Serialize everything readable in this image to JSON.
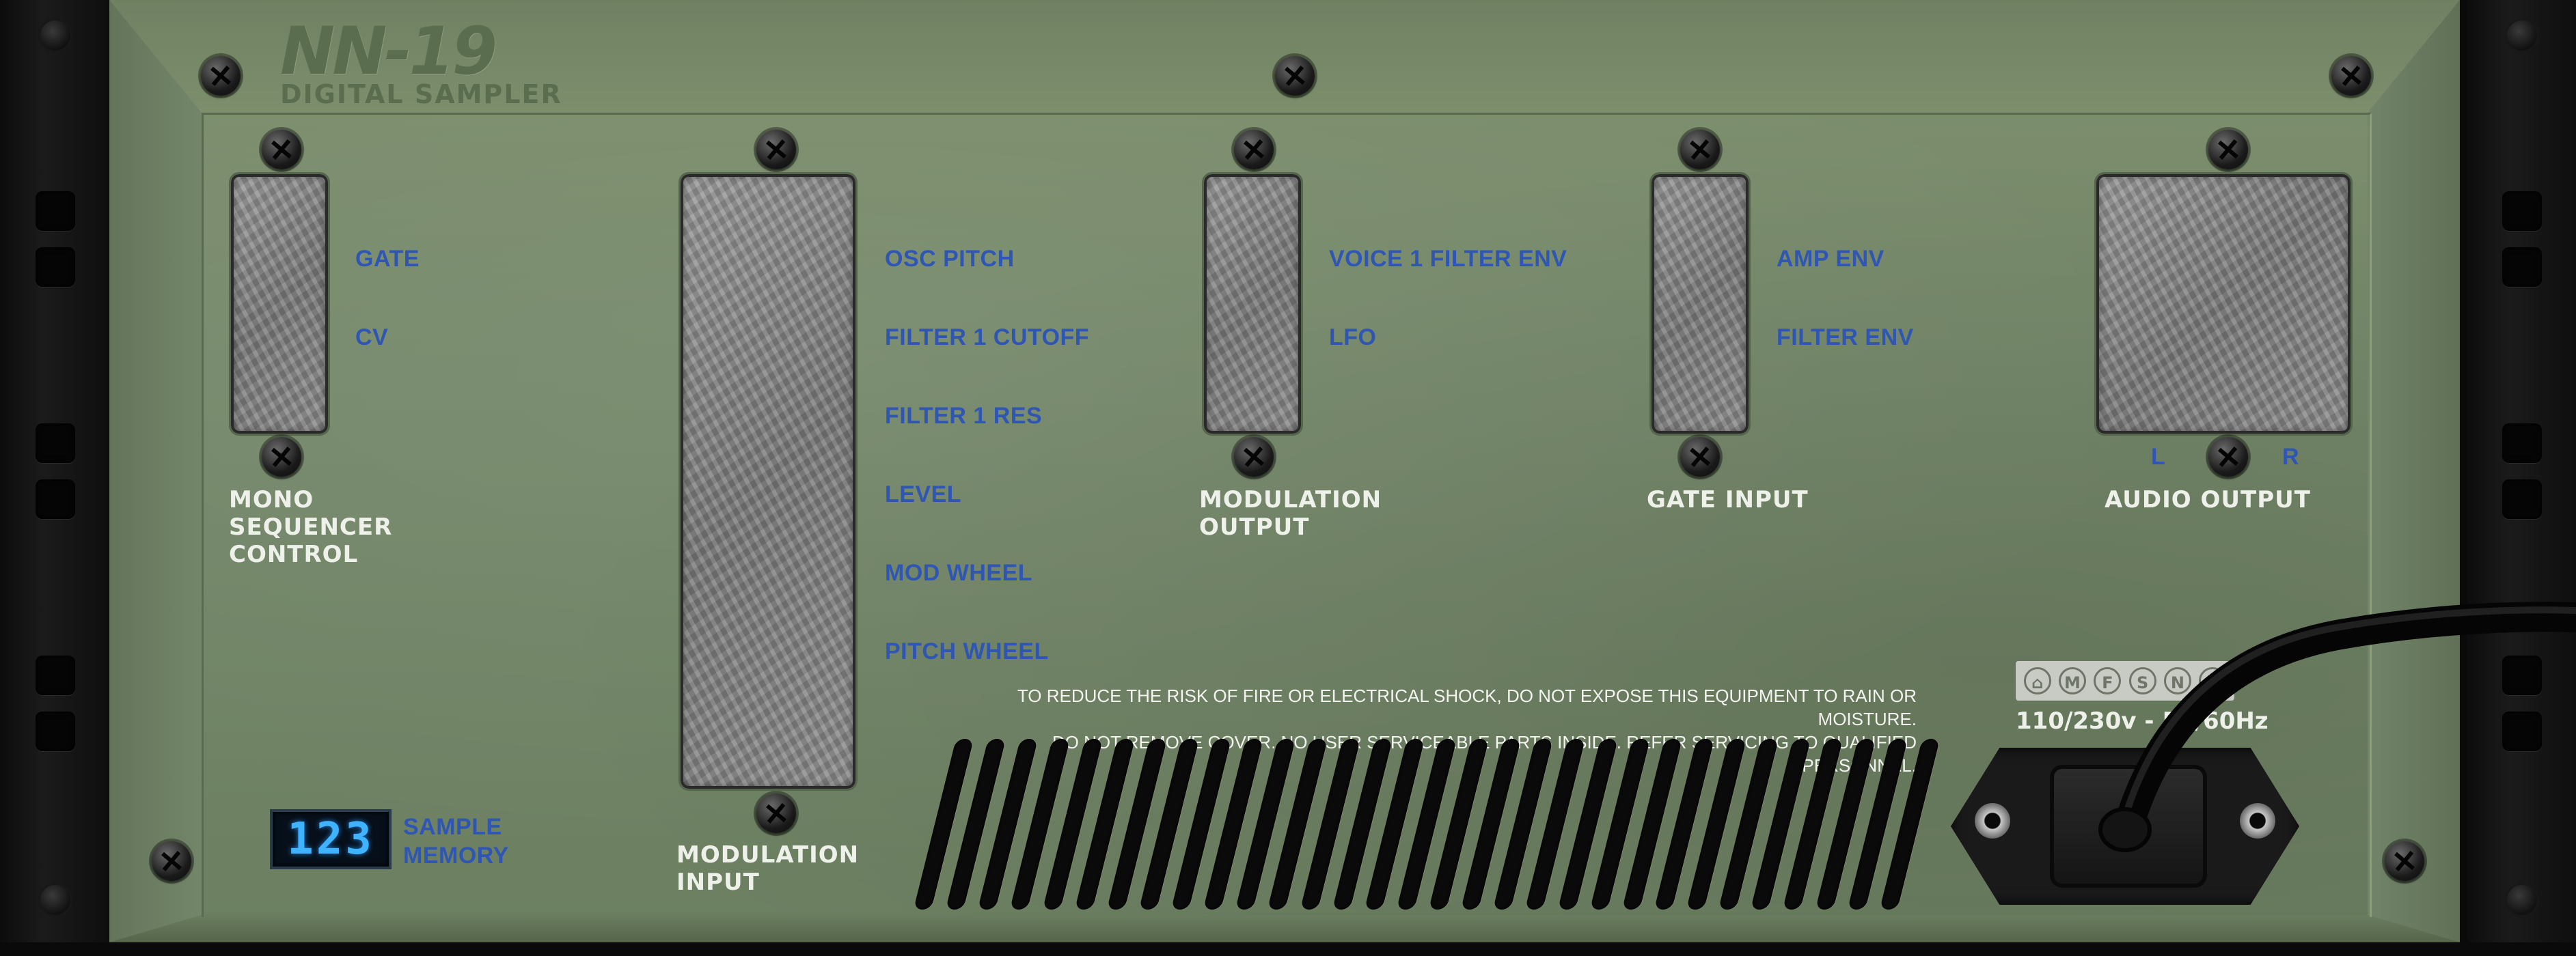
{
  "device": {
    "logo_main": "NN-19",
    "logo_sub": "DIGITAL SAMPLER"
  },
  "mono_sequencer": {
    "title": "MONO\nSEQUENCER\nCONTROL",
    "inputs": [
      "GATE",
      "CV"
    ]
  },
  "modulation_input": {
    "title": "MODULATION\nINPUT",
    "inputs": [
      "OSC PITCH",
      "FILTER 1 CUTOFF",
      "FILTER 1 RES",
      "LEVEL",
      "MOD WHEEL",
      "PITCH WHEEL"
    ]
  },
  "modulation_output": {
    "title": "MODULATION\nOUTPUT",
    "outputs": [
      "VOICE 1 FILTER ENV",
      "LFO"
    ]
  },
  "gate_input": {
    "title": "GATE INPUT",
    "inputs": [
      "AMP ENV",
      "FILTER ENV"
    ]
  },
  "audio_output": {
    "title": "AUDIO OUTPUT",
    "left_label": "L",
    "right_label": "R"
  },
  "sample_memory": {
    "display_value": "123",
    "label": "SAMPLE\nMEMORY"
  },
  "warning": {
    "line1": "TO REDUCE THE RISK OF FIRE OR ELECTRICAL SHOCK, DO NOT EXPOSE THIS EQUIPMENT TO RAIN OR MOISTURE.",
    "line2": "DO NOT REMOVE COVER. NO USER SERVICEABLE PARTS INSIDE. REFER SERVICING TO QUALIFIED PERSONNEL."
  },
  "power": {
    "voltage": "110/230v - 50/60Hz",
    "cert_marks": [
      "⌂",
      "M",
      "F",
      "S",
      "N",
      "✕"
    ]
  },
  "colors": {
    "panel": "#75886a",
    "label_blue": "#2f56b3",
    "label_white": "#eef0ea",
    "led": "#3fb3ff"
  }
}
